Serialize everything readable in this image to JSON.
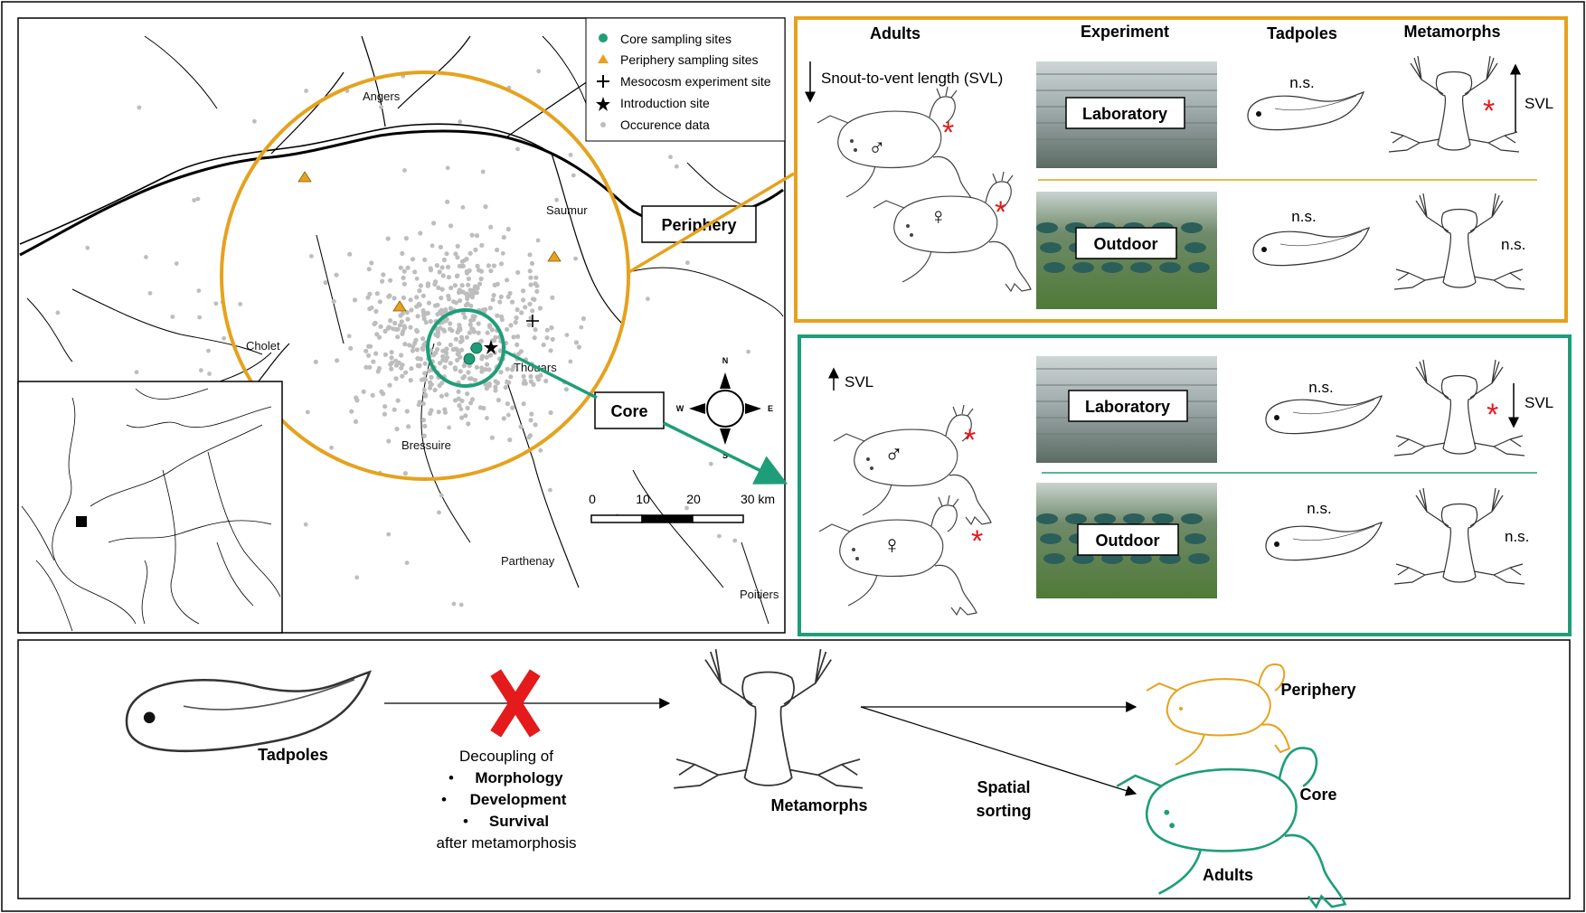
{
  "colors": {
    "periphery": "#E6A21E",
    "core": "#1E9E78",
    "significant": "#E41A1C",
    "occurrence": "#BDBDBD",
    "cross": "#E41A1C"
  },
  "map": {
    "legend": {
      "items": [
        {
          "label": "Core sampling sites",
          "symbol": "circle"
        },
        {
          "label": "Periphery sampling sites",
          "symbol": "triangle"
        },
        {
          "label": "Mesocosm experiment site",
          "symbol": "plus"
        },
        {
          "label": "Introduction site",
          "symbol": "star"
        },
        {
          "label": "Occurence data",
          "symbol": "dot"
        }
      ]
    },
    "towns": [
      "Angers",
      "Saumur",
      "Cholet",
      "Thouars",
      "Bressuire",
      "Parthenay",
      "Poitiers"
    ],
    "compass": {
      "n": "N",
      "s": "S",
      "e": "E",
      "w": "W"
    },
    "scale": {
      "ticks": [
        "0",
        "10",
        "20",
        "30 km"
      ]
    },
    "periphery_label": "Periphery",
    "core_label": "Core"
  },
  "results": {
    "headers": [
      "Adults",
      "Experiment",
      "Tadpoles",
      "Metamorphs"
    ],
    "periphery": {
      "adult_trend": "Snout-to-vent length (SVL)",
      "male_symbol": "♂",
      "female_symbol": "♀",
      "rows": [
        {
          "experiment": "Laboratory",
          "tadpoles": "n.s.",
          "metamorphs": "*",
          "metamorphs_trend": "SVL"
        },
        {
          "experiment": "Outdoor",
          "tadpoles": "n.s.",
          "metamorphs": "n.s."
        }
      ]
    },
    "core": {
      "adult_trend": "SVL",
      "male_symbol": "♂",
      "female_symbol": "♀",
      "rows": [
        {
          "experiment": "Laboratory",
          "tadpoles": "n.s.",
          "metamorphs": "*",
          "metamorphs_trend": "SVL"
        },
        {
          "experiment": "Outdoor",
          "tadpoles": "n.s.",
          "metamorphs": "n.s."
        }
      ]
    },
    "sig_mark": "*"
  },
  "summary": {
    "tadpoles": "Tadpoles",
    "decoupling_title": "Decoupling of",
    "decoupling_items": [
      "Morphology",
      "Development",
      "Survival"
    ],
    "decoupling_footer": "after metamorphosis",
    "metamorphs": "Metamorphs",
    "spatial_sorting": [
      "Spatial",
      "sorting"
    ],
    "periphery": "Periphery",
    "core": "Core",
    "adults": "Adults"
  }
}
